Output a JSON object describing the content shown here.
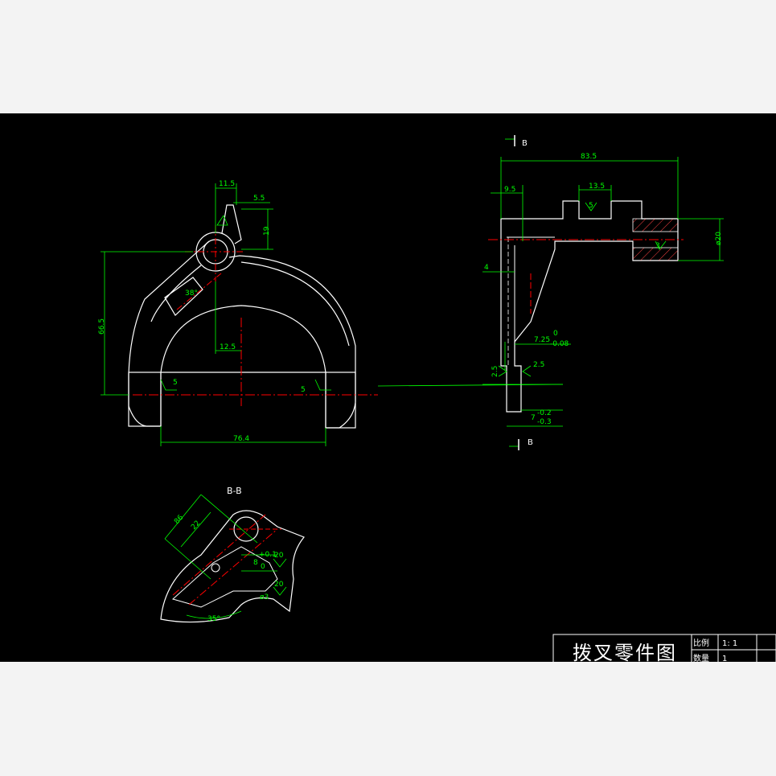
{
  "drawing": {
    "title_block": {
      "title": "拨叉零件图",
      "scale_label": "比例",
      "scale_value": "1: 1",
      "qty_label": "数量",
      "qty_value": "1"
    },
    "section_marks": {
      "top": "B",
      "bottom": "B",
      "section_view_title": "B-B"
    },
    "front_view": {
      "dims": {
        "top_width": "11.5",
        "boss_offset": "5.5",
        "boss_height": "19",
        "height": "66.5",
        "angle": "38°",
        "inner_offset": "12.5",
        "width": "76.4",
        "rough_left": "5",
        "rough_right": "5"
      }
    },
    "side_view": {
      "dims": {
        "length": "83.5",
        "left_offset": "9.5",
        "slot_width": "13.5",
        "hole_dia": "ø20",
        "wall": "4",
        "fork_thickness": "7.25",
        "fork_tol_upper": "0",
        "fork_tol_lower": "-0.08",
        "rough_left": "2.5",
        "rough_right": "2.5",
        "tip_thickness": "7",
        "tip_tol_upper": "-0.2",
        "tip_tol_lower": "-0.3",
        "rough_slot": "5",
        "rough_hole": "3"
      }
    },
    "section_view": {
      "dims": {
        "d1": "86",
        "d2": "22",
        "bore": "8",
        "bore_tol_upper": "+0.1",
        "bore_tol_lower": "0",
        "rough_a": "20",
        "rough_b": "20",
        "pin_hole": "ø3",
        "angle": "35°"
      }
    }
  }
}
